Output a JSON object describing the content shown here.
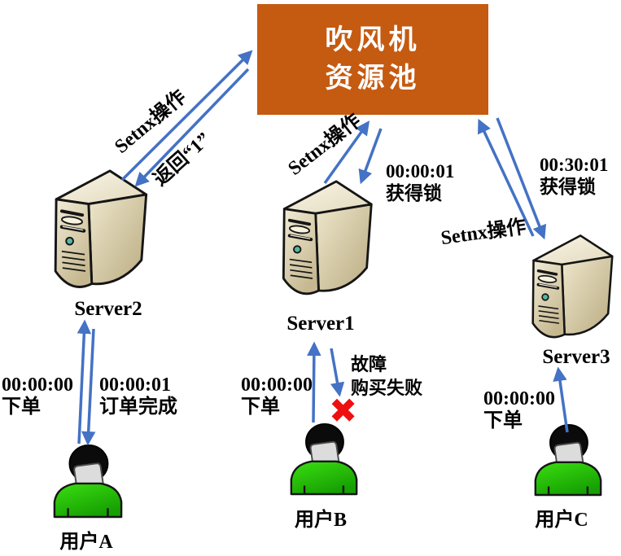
{
  "pool": {
    "line1": "吹风机",
    "line2": "资源池"
  },
  "servers": {
    "s1": "Server1",
    "s2": "Server2",
    "s3": "Server3"
  },
  "users": {
    "a": "用户A",
    "b": "用户B",
    "c": "用户C"
  },
  "ops": {
    "setnx": "Setnx操作",
    "return_one": "返回“1”"
  },
  "events": {
    "a_order": {
      "time": "00:00:00",
      "text": "下单"
    },
    "a_done": {
      "time": "00:00:01",
      "text": "订单完成"
    },
    "b_order": {
      "time": "00:00:00",
      "text": "下单"
    },
    "b_fail": {
      "line1": "故障",
      "line2": "购买失败"
    },
    "c_order": {
      "time": "00:00:00",
      "text": "下单"
    },
    "s1_lock": {
      "time": "00:00:01",
      "text": "获得锁"
    },
    "s3_lock": {
      "time": "00:30:01",
      "text": "获得锁"
    }
  },
  "fail_mark": "✖",
  "colors": {
    "pool_bg": "#C55A11",
    "arrow_blue": "#4472C4",
    "fail_red": "#EE1010",
    "user_green": "#2FCC08",
    "server_beige": "#D8CDAB"
  }
}
